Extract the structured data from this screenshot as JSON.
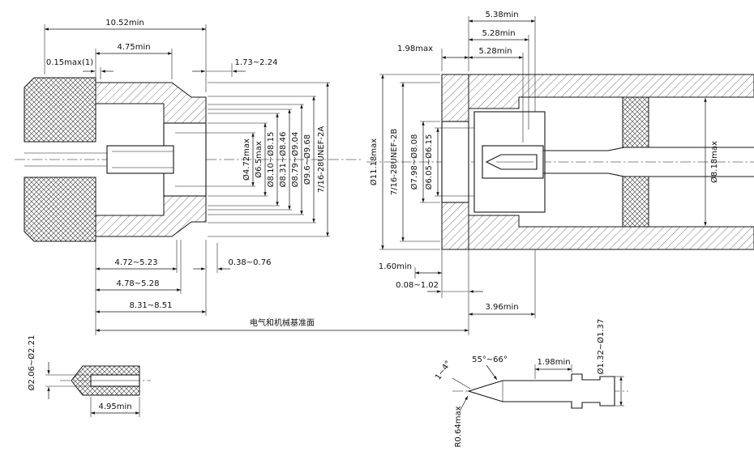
{
  "drawing": {
    "plug_view": {
      "top_dims": {
        "overall": "10.52min",
        "inner": "4.75min",
        "gap": "0.15max(1)",
        "right": "1.73~2.24"
      },
      "dia_dims": [
        "Ø4.72max",
        "Ø6.5max",
        "Ø8.10~Ø8.15",
        "Ø8.31~Ø8.46",
        "Ø8.79~Ø9.04",
        "Ø9.6~Ø9.68",
        "7/16-28UNEF-2A"
      ],
      "bottom_dims": [
        "4.72~5.23",
        "0.38~0.76",
        "4.78~5.28",
        "8.31~8.51"
      ]
    },
    "jack_view": {
      "top_dims": [
        "5.38min",
        "5.28min",
        "5.28min",
        "1.98max"
      ],
      "left_dia_dims": [
        "Ø11.18max",
        "7/16-28UNEF-2B",
        "Ø7.98~Ø8.08",
        "Ø6.05~Ø6.15"
      ],
      "right_dia_dim": "Ø8.18max",
      "bottom_dims": [
        "1.60min",
        "0.08~1.02",
        "3.96min"
      ]
    },
    "cable_end_view": {
      "dia_dim": "Ø2.06~Ø2.21",
      "length_dim": "4.95min"
    },
    "pin_view": {
      "angle_dim": "55°~66°",
      "taper_dim": "1~4°",
      "length_dim": "1.98min",
      "radius_dim": "R0.64max",
      "dia_dim": "Ø1.32~Ø1.37"
    },
    "reference_plane_label": "电气和机械基准面"
  }
}
